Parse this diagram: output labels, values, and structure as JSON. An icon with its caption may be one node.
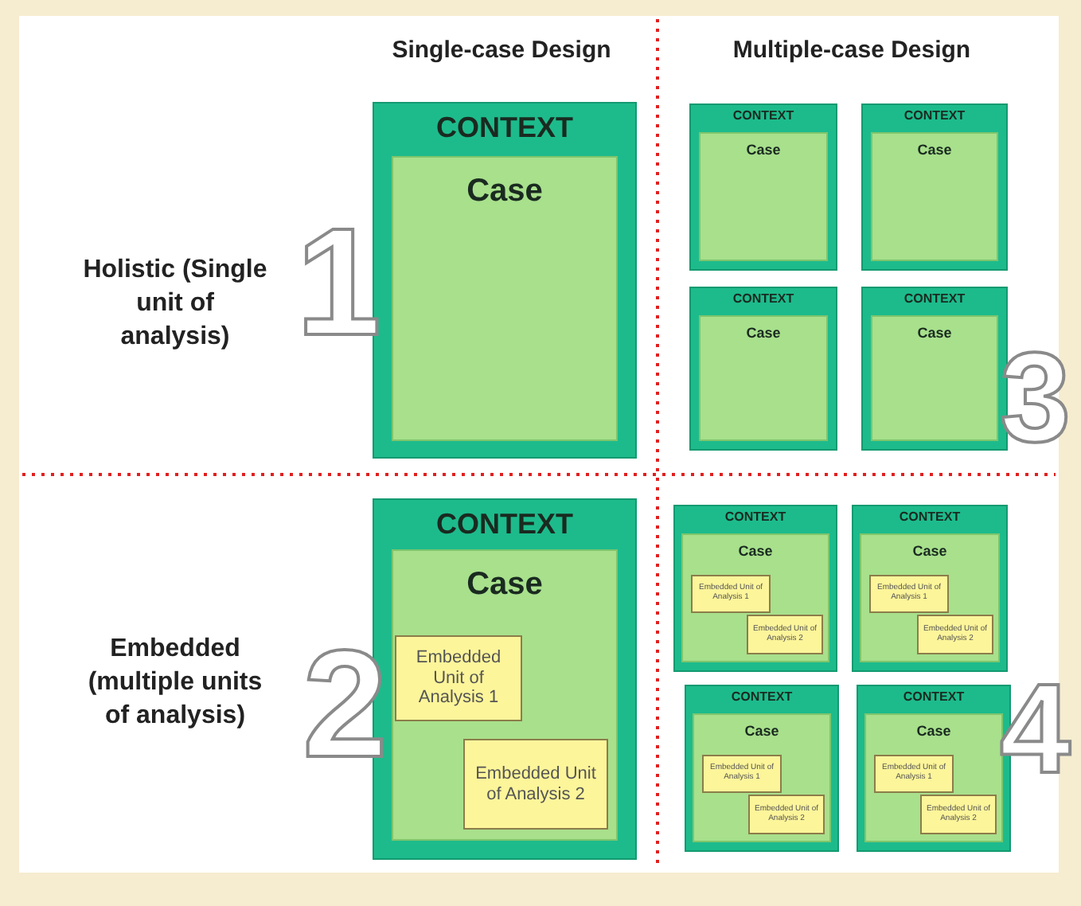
{
  "diagram": {
    "nodes": [
      {
        "text": [
          "CONTEXT"
        ]
      },
      {
        "text": [
          "Case"
        ],
        "in": 0
      },
      {
        "text": [
          "CONTEXT"
        ]
      },
      {
        "text": [
          "Case"
        ],
        "in": 2
      },
      {
        "text": [
          "CONTEXT"
        ]
      },
      {
        "text": [
          "Case"
        ],
        "in": 4
      },
      {
        "text": [
          "CONTEXT"
        ]
      },
      {
        "text": [
          "Case"
        ],
        "in": 6
      },
      {
        "text": [
          "CONTEXT"
        ]
      },
      {
        "text": [
          "Case"
        ],
        "in": 8
      },
      {
        "text": [
          "CONTEXT"
        ]
      },
      {
        "text": [
          "Case"
        ],
        "in": 10
      },
      {
        "text": [
          "Embedded Unit of Analysis 1"
        ],
        "in": 11
      },
      {
        "text": [
          "Embedded Unit of Analysis 2"
        ],
        "in": 11
      },
      {
        "text": [
          "CONTEXT"
        ]
      },
      {
        "text": [
          "Case"
        ],
        "in": 14
      },
      {
        "text": [
          "Embedded Unit of Analysis 1"
        ],
        "in": 15
      },
      {
        "text": [
          "Embedded Unit of Analysis 2"
        ],
        "in": 15
      },
      {
        "text": [
          "CONTEXT"
        ]
      },
      {
        "text": [
          "Case"
        ],
        "in": 18
      },
      {
        "text": [
          "Embedded Unit of Analysis 1"
        ],
        "in": 19
      },
      {
        "text": [
          "Embedded Unit of Analysis 2"
        ],
        "in": 19
      },
      {
        "text": [
          "CONTEXT"
        ]
      },
      {
        "text": [
          "Case"
        ],
        "in": 22
      },
      {
        "text": [
          "Embedded Unit of Analysis 1"
        ],
        "in": 23
      },
      {
        "text": [
          "Embedded Unit of Analysis 2"
        ],
        "in": 23
      },
      {
        "text": [
          "CONTEXT"
        ]
      },
      {
        "text": [
          "Case"
        ],
        "in": 26
      },
      {
        "text": [
          "Embedded Unit of Analysis 1"
        ],
        "in": 27
      },
      {
        "text": [
          "Embedded Unit of Analysis 2"
        ],
        "in": 27
      }
    ],
    "edges": [],
    "labels": [
      "Single-case Design",
      "Multiple-case Design",
      "Holistic (Single unit of analysis)",
      "1",
      "3",
      "Embedded (multiple units of analysis)",
      "2",
      "4"
    ]
  }
}
